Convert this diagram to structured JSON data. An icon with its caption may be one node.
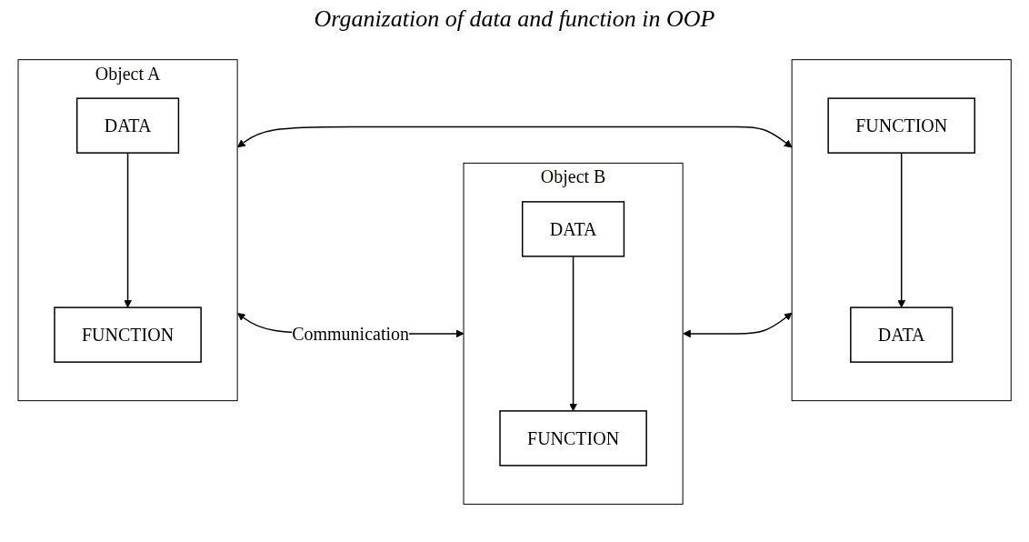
{
  "diagram": {
    "title": "Organization of data and function in OOP",
    "nodes": [
      {
        "text": [
          "Object A"
        ]
      },
      {
        "text": [
          "DATA"
        ],
        "in": 0
      },
      {
        "text": [
          "FUNCTION"
        ],
        "in": 0
      },
      {
        "text": [
          "Object B"
        ]
      },
      {
        "text": [
          "DATA"
        ],
        "in": 3
      },
      {
        "text": [
          "FUNCTION"
        ],
        "in": 3
      },
      {
        "text": [],
        "shape": "box"
      },
      {
        "text": [
          "DATA"
        ],
        "in": 6
      },
      {
        "text": [
          "FUNCTION"
        ],
        "in": 6
      }
    ],
    "edges": [
      {
        "from": 1,
        "to": 2,
        "arrow": "to"
      },
      {
        "from": 0,
        "to": 3,
        "arrow": "both",
        "label": "Communication"
      },
      {
        "from": 4,
        "to": 5,
        "arrow": "to"
      },
      {
        "from": 0,
        "to": 6,
        "arrow": "both"
      },
      {
        "from": 3,
        "to": 6,
        "arrow": "both"
      },
      {
        "from": 8,
        "to": 7,
        "arrow": "to"
      }
    ]
  }
}
